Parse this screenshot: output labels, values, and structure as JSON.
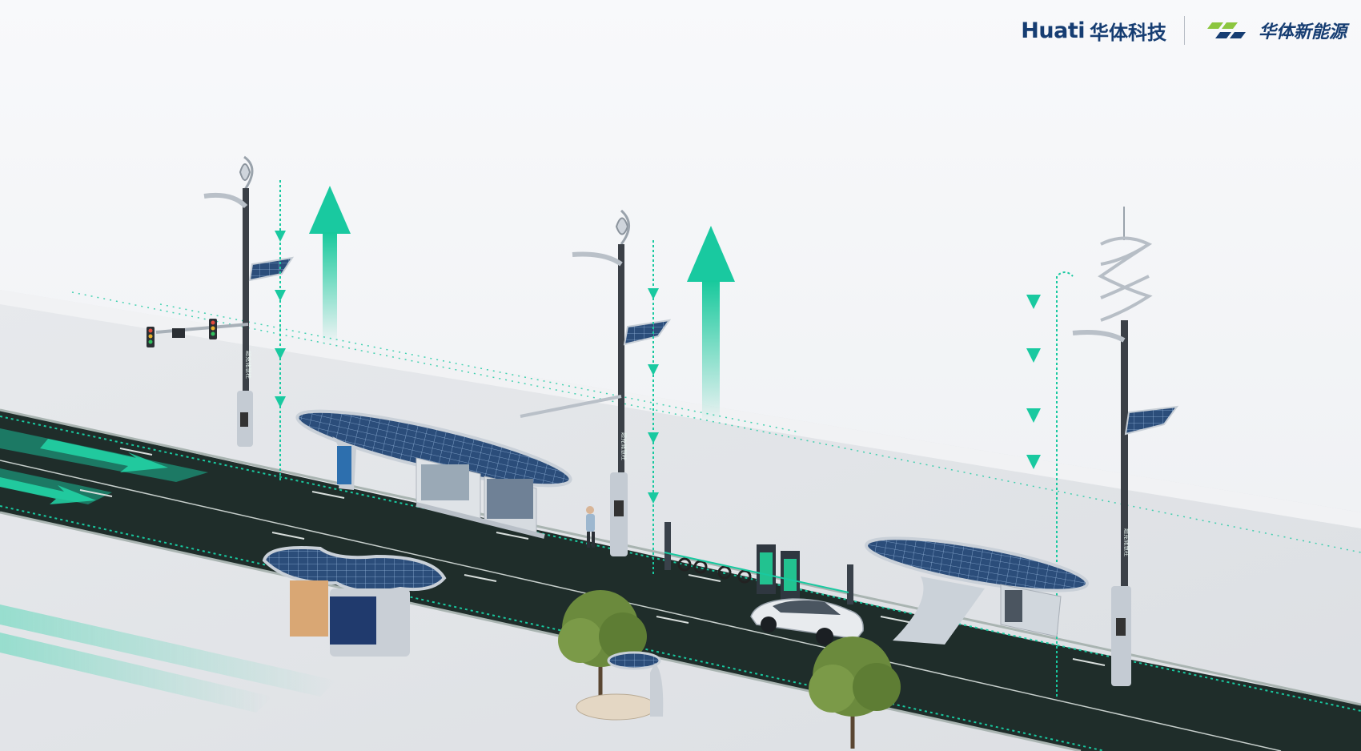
{
  "brand": {
    "primary_latin": "Huati",
    "primary_cn": "华体科技",
    "secondary_cn": "华体新能源",
    "colors": {
      "navy": "#163d72",
      "lime": "#8cc63f",
      "teal": "#19c9a0"
    }
  },
  "icons": {
    "secondary_logo": "parallelogram-stripes-logo",
    "energy_up": "up-arrow",
    "energy_down": "down-arrow"
  },
  "pole_labels": [
    "超充储慧柱",
    "超充储慧柱",
    "超充储慧柱"
  ]
}
